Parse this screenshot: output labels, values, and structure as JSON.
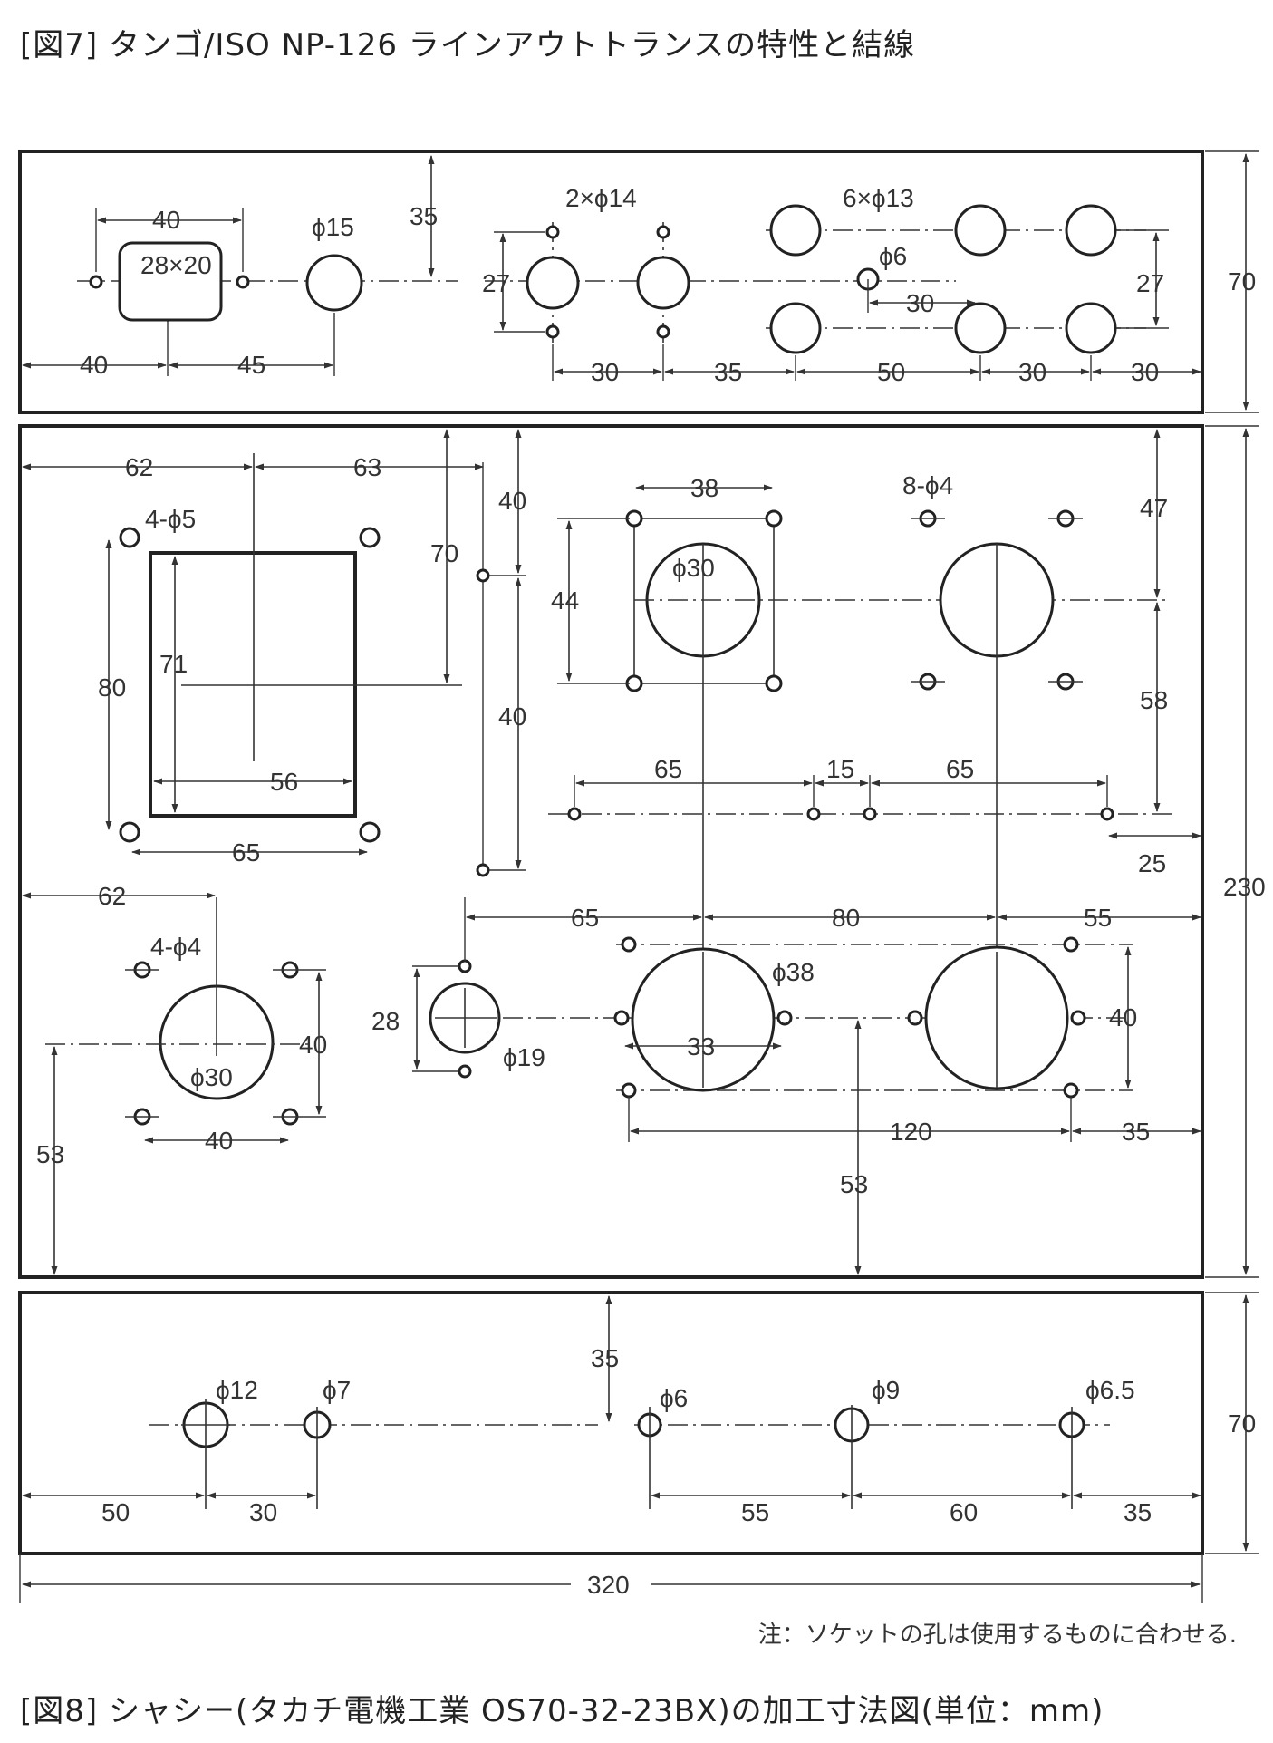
{
  "captions": {
    "fig7": "[図7] タンゴ/ISO NP-126 ラインアウトトランスの特性と結線",
    "fig8": "[図8] シャシー(タカチ電機工業 OS70-32-23BX)の加工寸法図(単位：mm)",
    "note": "注：ソケットの孔は使用するものに合わせる."
  },
  "top_panel": {
    "holes": {
      "rect": "28×20",
      "d15": "ϕ15",
      "d14": "2×ϕ14",
      "d13": "6×ϕ13",
      "d6": "ϕ6"
    },
    "dims": {
      "w40": "40",
      "h35": "35",
      "pitch27a": "27",
      "pitch27b": "27",
      "left40": "40",
      "gap45": "45",
      "gap30a": "30",
      "gap35": "35",
      "gap50": "50",
      "gap30b": "30",
      "gap30c": "30",
      "off30": "30",
      "height70": "70"
    }
  },
  "main_panel": {
    "holes": {
      "h4d5": "4-ϕ5",
      "d30a": "ϕ30",
      "h8d4": "8-ϕ4",
      "h4d4": "4-ϕ4",
      "d30b": "ϕ30",
      "d38": "ϕ38",
      "d19": "ϕ19"
    },
    "dims": {
      "d62a": "62",
      "d63": "63",
      "d70": "70",
      "d40a": "40",
      "d40b": "40",
      "d80": "80",
      "d71": "71",
      "d56": "56",
      "d65a": "65",
      "d38": "38",
      "d44": "44",
      "d47": "47",
      "d58": "58",
      "d65b": "65",
      "d15": "15",
      "d65c": "65",
      "d25": "25",
      "d62b": "62",
      "d40c": "40",
      "d40d": "40",
      "d53a": "53",
      "d28": "28",
      "d65d": "65",
      "d80b": "80",
      "d55": "55",
      "d33": "33",
      "d40e": "40",
      "d120": "120",
      "d35": "35",
      "d53b": "53",
      "height230": "230"
    }
  },
  "bottom_panel": {
    "holes": {
      "d12": "ϕ12",
      "d7": "ϕ7",
      "d6": "ϕ6",
      "d9": "ϕ9",
      "d65": "ϕ6.5"
    },
    "dims": {
      "h35": "35",
      "d50": "50",
      "d30": "30",
      "d55": "55",
      "d60": "60",
      "d35": "35",
      "height70": "70",
      "width320": "320"
    }
  }
}
